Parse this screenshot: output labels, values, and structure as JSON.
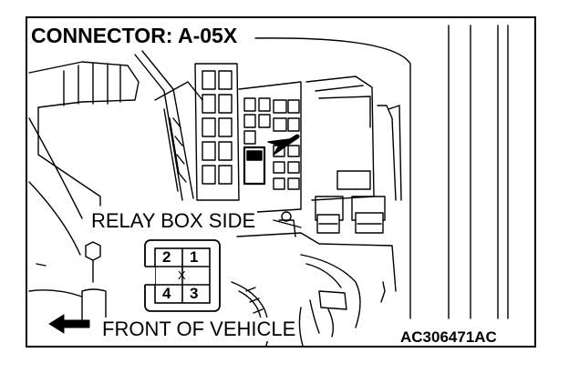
{
  "labels": {
    "connector_title": "CONNECTOR: A-05X",
    "relay_box_side": "RELAY BOX SIDE",
    "front_of_vehicle": "FRONT OF VEHICLE",
    "figure_code": "AC306471AC"
  },
  "connector": {
    "pins_top": [
      "2",
      "1"
    ],
    "pins_bottom": [
      "4",
      "3"
    ],
    "unused_mark": "X"
  },
  "icons": {
    "front_arrow": "left-arrow-icon",
    "pointer_arrow": "pointer-arrow-icon"
  },
  "colors": {
    "line": "#000000",
    "background": "#ffffff"
  }
}
